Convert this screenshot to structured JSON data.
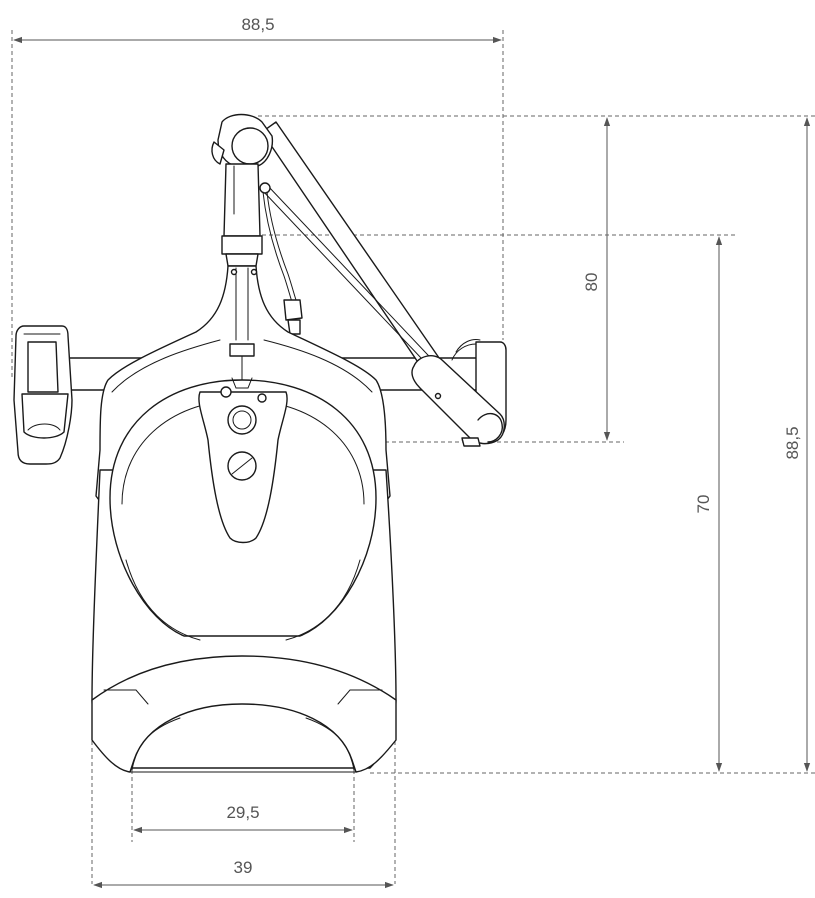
{
  "dimensions": {
    "top_width": "88,5",
    "arm_height": "80",
    "hood_height": "70",
    "total_height": "88,5",
    "opening_width": "29,5",
    "bottom_width": "39"
  }
}
